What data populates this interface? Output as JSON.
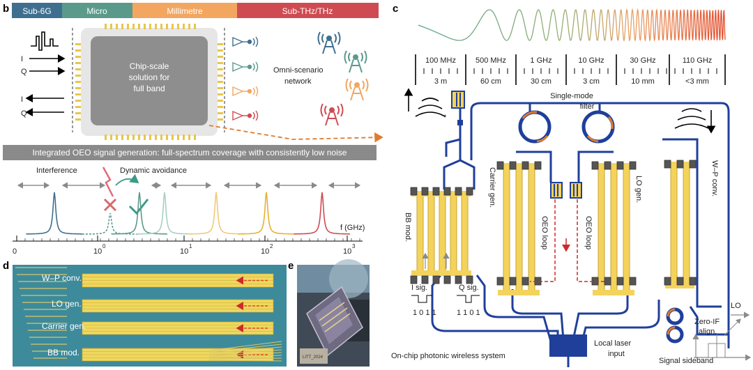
{
  "panels": {
    "b": "b",
    "c": "c",
    "d": "d",
    "e": "e"
  },
  "bands": [
    {
      "label": "Sub-6G",
      "color": "#3f6f8e"
    },
    {
      "label": "Micro",
      "color": "#5a9a8b"
    },
    {
      "label": "Millimetre",
      "color": "#f2a660"
    },
    {
      "label": "Sub-THz/THz",
      "color": "#cf4b52"
    }
  ],
  "chip": {
    "lines": [
      "Chip-scale",
      "solution for",
      "full band"
    ]
  },
  "iq": {
    "i": "I",
    "q": "Q"
  },
  "network": {
    "lines": [
      "Omni-scenario",
      "network"
    ]
  },
  "banner": "Integrated OEO signal generation: full-spectrum coverage with consistently low noise",
  "spectrum": {
    "interference": "Interference",
    "avoidance": "Dynamic avoidance",
    "axis_label": "f (GHz)",
    "ticks": [
      "0",
      "10",
      "10",
      "10"
    ],
    "tick_exps": [
      "",
      "0",
      "1",
      "3"
    ]
  },
  "scale": {
    "freq": [
      "100 MHz",
      "500 MHz",
      "1 GHz",
      "10 GHz",
      "30 GHz",
      "110 GHz"
    ],
    "wave": [
      "3 m",
      "60 cm",
      "30 cm",
      "3 cm",
      "10 mm",
      "<3 mm"
    ]
  },
  "system": {
    "single_mode": "Single-mode",
    "filter": "filter",
    "bb_mod": "BB mod.",
    "carrier_gen": "Carrier gen.",
    "oeo_loop": "OEO loop",
    "lo_gen": "LO gen.",
    "wp_conv": "W–P conv.",
    "i_sig": "I sig.",
    "q_sig": "Q sig.",
    "i_bits": "1 0 1 1",
    "q_bits": "1 1 0 1",
    "title": "On-chip photonic wireless system",
    "laser": [
      "Local laser",
      "input"
    ],
    "lo": "LO",
    "zero_if": [
      "Zero-IF",
      "align."
    ],
    "sideband": "Signal sideband",
    "star": "*"
  },
  "micro": {
    "labels": [
      "W–P conv.",
      "LO gen.",
      "Carrier gen.",
      "BB mod."
    ]
  },
  "photo": {
    "text": "LITT_2024"
  }
}
